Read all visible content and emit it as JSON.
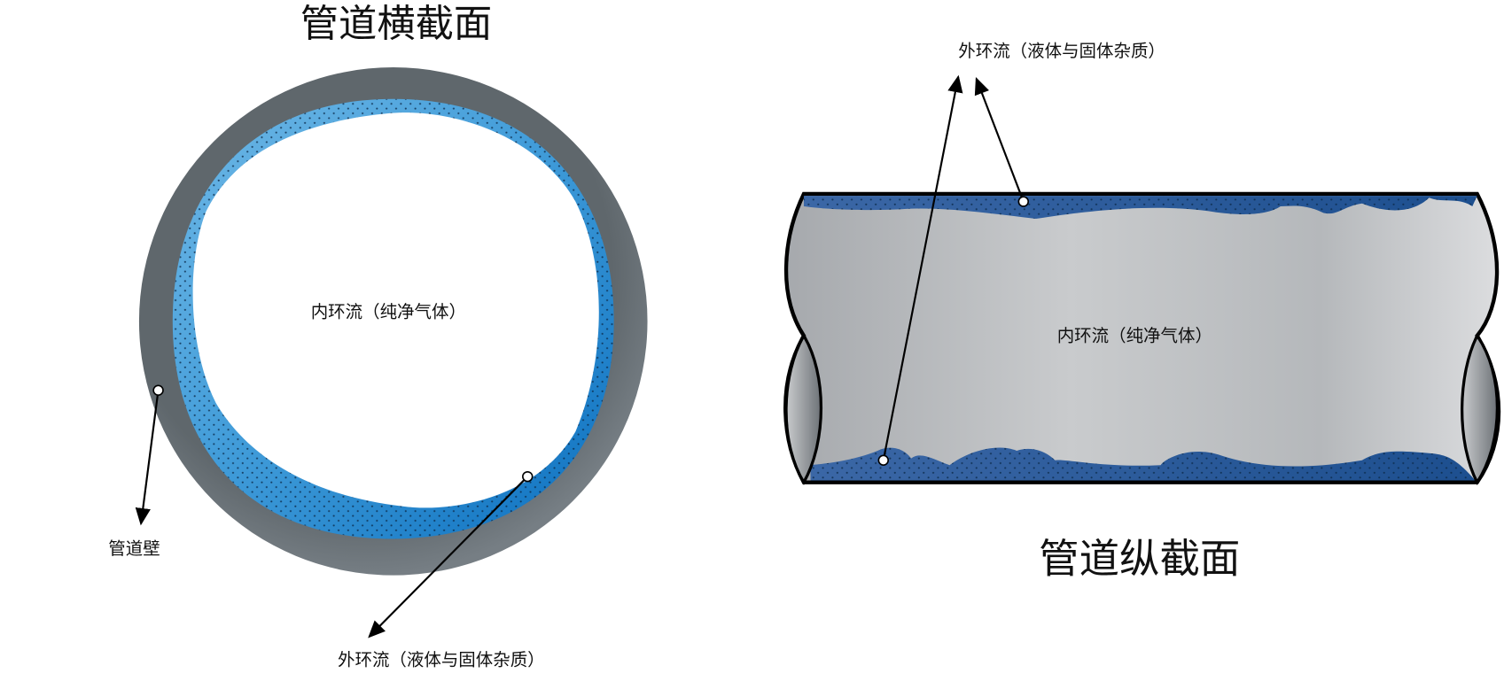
{
  "cross_section": {
    "title": "管道横截面",
    "inner_label": "内环流（纯净气体）",
    "wall_label": "管道壁",
    "outer_label": "外环流（液体与固体杂质）"
  },
  "longitudinal_section": {
    "title": "管道纵截面",
    "inner_label": "内环流（纯净气体）",
    "outer_label": "外环流（液体与固体杂质）"
  },
  "colors": {
    "pipe_wall": "#6b7378",
    "liquid_light": "#5aaee0",
    "liquid_dark": "#1a78c2",
    "long_liquid": "#2f5f9e",
    "gas_gray": "#c4c7ca"
  }
}
